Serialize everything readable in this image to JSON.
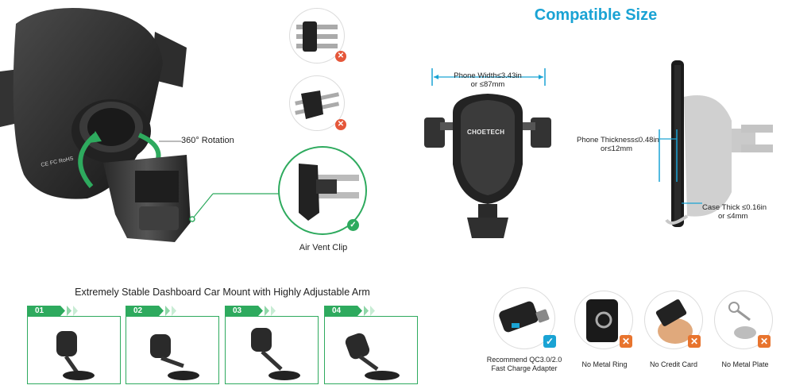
{
  "compatible": {
    "title": "Compatible Size",
    "phone_width_line1": "Phone Width≤3.43in",
    "phone_width_line2": "or ≤87mm",
    "brand": "CHOETECH",
    "thickness_line1": "Phone Thickness≤0.48in",
    "thickness_line2": "or≤12mm",
    "case_line1": "Case Thick ≤0.16in",
    "case_line2": "or ≤4mm"
  },
  "rotation": {
    "label": "360° Rotation",
    "ce_text": "CE FC RoHS"
  },
  "vent": {
    "label": "Air Vent Clip"
  },
  "dashboard": {
    "title": "Extremely Stable Dashboard Car Mount with Highly Adjustable Arm",
    "steps": [
      {
        "label": "01"
      },
      {
        "label": "02"
      },
      {
        "label": "03"
      },
      {
        "label": "04"
      }
    ]
  },
  "accessories": [
    {
      "label_line1": "Recommend QC3.0/2.0",
      "label_line2": "Fast Charge Adapter",
      "status": "ok"
    },
    {
      "label_line1": "No Metal Ring",
      "label_line2": "",
      "status": "no"
    },
    {
      "label_line1": "No Credit Card",
      "label_line2": "",
      "status": "no"
    },
    {
      "label_line1": "No Metal Plate",
      "label_line2": "",
      "status": "no"
    }
  ],
  "colors": {
    "accent_blue": "#1aa3d4",
    "accent_green": "#2eaa5e",
    "warn_orange": "#e8742e",
    "error_red": "#e5573a"
  }
}
